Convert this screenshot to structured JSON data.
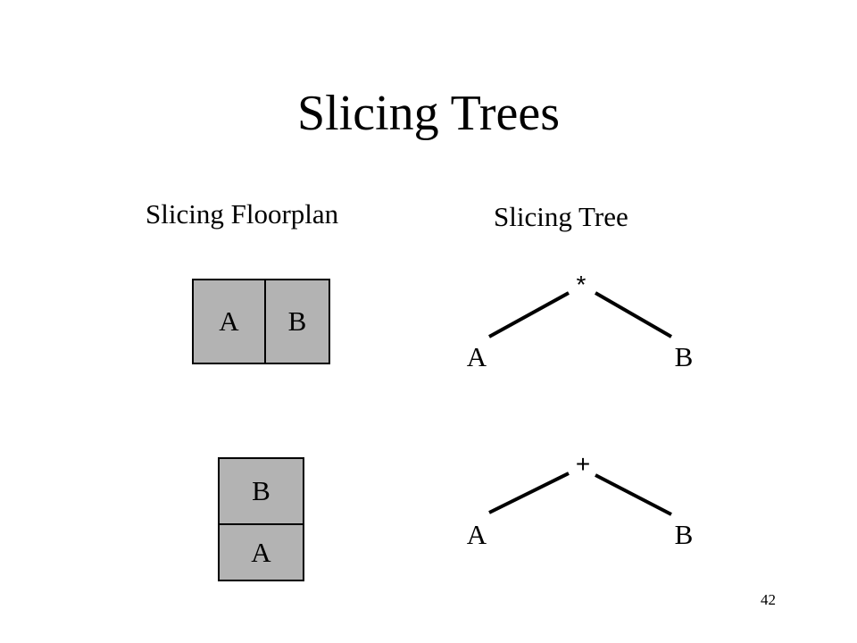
{
  "title": "Slicing Trees",
  "headings": {
    "floorplan": "Slicing Floorplan",
    "tree": "Slicing Tree"
  },
  "vertical_slice": {
    "floorplan": {
      "left_block": "A",
      "right_block": "B"
    },
    "tree": {
      "operator": "*",
      "left_child": "A",
      "right_child": "B"
    }
  },
  "horizontal_slice": {
    "floorplan": {
      "top_block": "B",
      "bottom_block": "A"
    },
    "tree": {
      "operator": "+",
      "left_child": "A",
      "right_child": "B"
    }
  },
  "page_number": "42",
  "colors": {
    "block_fill": "#b3b3b3",
    "stroke": "#000000",
    "background": "#ffffff"
  }
}
